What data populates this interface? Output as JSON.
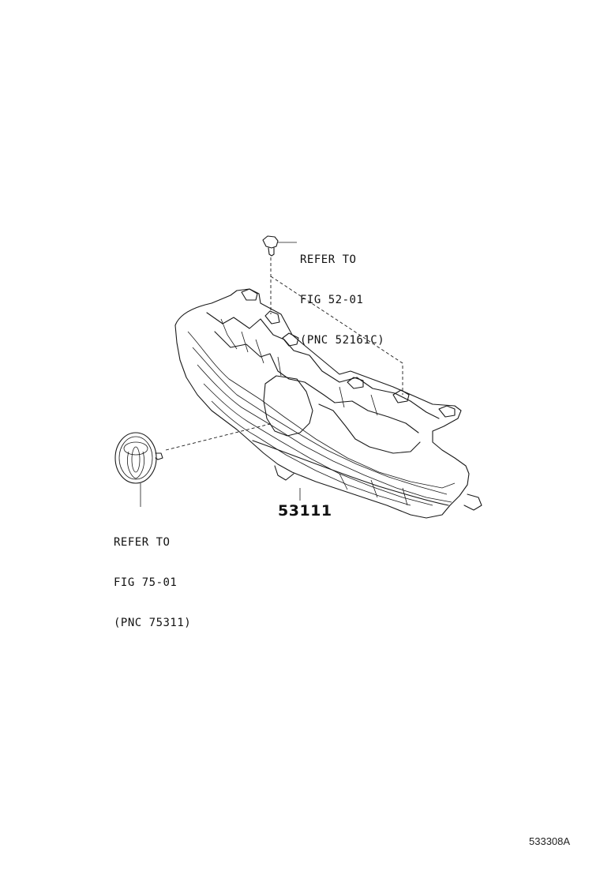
{
  "diagram": {
    "callouts": {
      "clip_ref": {
        "line1": "REFER TO",
        "line2": "FIG 52-01",
        "line3": "(PNC 52161C)"
      },
      "emblem_ref": {
        "line1": "REFER TO",
        "line2": "FIG 75-01",
        "line3": "(PNC 75311)"
      }
    },
    "part_number": "53111",
    "illustration_number": "533308A"
  }
}
